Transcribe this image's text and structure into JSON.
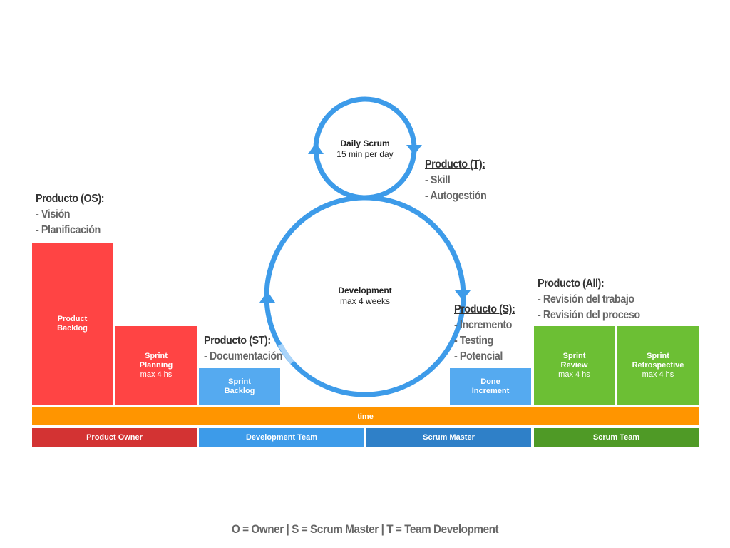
{
  "blocks": {
    "product_backlog": {
      "line1": "Product",
      "line2": "Backlog"
    },
    "sprint_planning": {
      "line1": "Sprint",
      "line2": "Planning",
      "detail": "max 4 hs"
    },
    "sprint_backlog": {
      "line1": "Sprint",
      "line2": "Backlog"
    },
    "done_increment": {
      "line1": "Done",
      "line2": "Increment"
    },
    "sprint_review": {
      "line1": "Sprint",
      "line2": "Review",
      "detail": "max 4 hs"
    },
    "sprint_retrospective": {
      "line1": "Sprint",
      "line2": "Retrospective",
      "detail": "max 4 hs"
    }
  },
  "time_bar": {
    "label": "time"
  },
  "roles": [
    {
      "label": "Product Owner"
    },
    {
      "label": "Development Team"
    },
    {
      "label": "Scrum Master"
    },
    {
      "label": "Scrum Team"
    }
  ],
  "cycles": {
    "daily": {
      "title": "Daily Scrum",
      "detail": "15 min per day"
    },
    "development": {
      "title": "Development",
      "detail": "max 4 weeks"
    }
  },
  "notes": {
    "os": {
      "heading": "Producto (OS):",
      "items": [
        "- Visión",
        "- Planificación"
      ]
    },
    "t": {
      "heading": "Producto (T):",
      "items": [
        "- Skill",
        "- Autogestión"
      ]
    },
    "st": {
      "heading": "Producto (ST):",
      "items": [
        "- Documentación"
      ]
    },
    "s": {
      "heading": "Producto (S):",
      "items": [
        "- Incremento",
        "- Testing",
        "- Potencial"
      ]
    },
    "all": {
      "heading": "Producto (All):",
      "items": [
        "- Revisión del trabajo",
        "- Revisión del proceso"
      ]
    }
  },
  "legend": {
    "text": "O = Owner | S = Scrum Master | T = Team Development"
  },
  "colors": {
    "red": "#ff4444",
    "dark_red": "#d33333",
    "light_blue": "#55aaf0",
    "blue": "#3d9be9",
    "dark_blue": "#2f80c8",
    "green": "#6cbf34",
    "dark_green": "#4f9a26",
    "orange": "#ff9500",
    "cycle_blue": "#3d9be9"
  }
}
